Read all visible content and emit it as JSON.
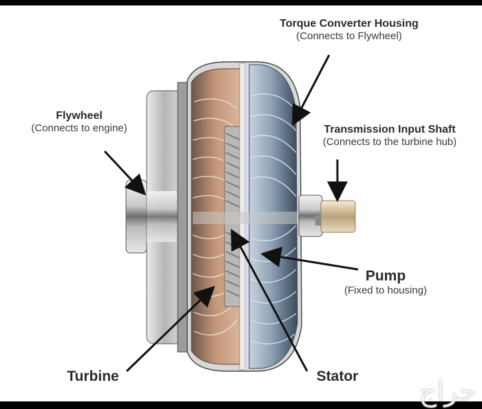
{
  "labels": {
    "housing": {
      "title": "Torque Converter Housing",
      "sub": "(Connects to Flywheel)"
    },
    "flywheel": {
      "title": "Flywheel",
      "sub": "(Connects to engine)"
    },
    "shaft": {
      "title": "Transmission Input Shaft",
      "sub": "(Connects to the turbine hub)"
    },
    "pump": {
      "title": "Pump",
      "sub": "(Fixed to housing)"
    },
    "turbine": {
      "title": "Turbine"
    },
    "stator": {
      "title": "Stator"
    }
  },
  "watermark": "حراج",
  "colors": {
    "turbine": "#b98a6b",
    "pump": "#7f93a8",
    "stator": "#a9a9a9",
    "arrow": "#111111"
  }
}
